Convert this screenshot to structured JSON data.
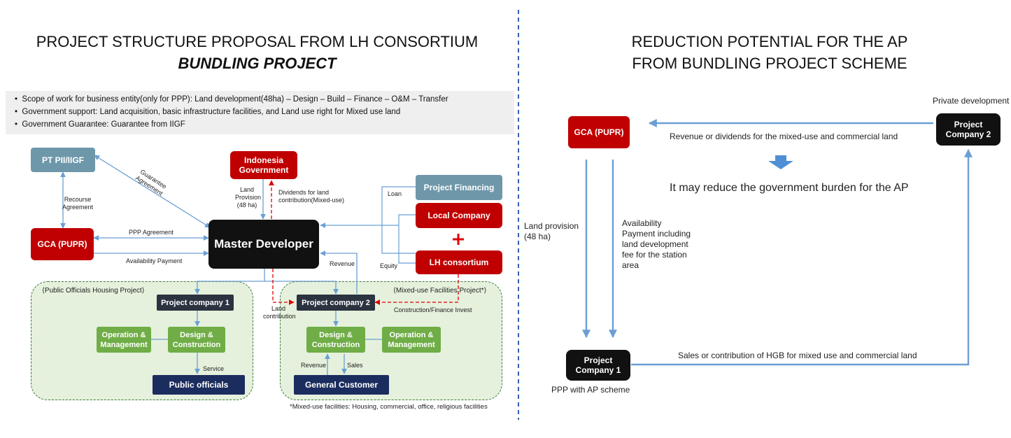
{
  "left": {
    "title_line1": "PROJECT STRUCTURE PROPOSAL FROM LH CONSORTIUM",
    "title_line2": "BUNDLING PROJECT",
    "scope_items": [
      "Scope of work for business entity(only for PPP): Land development(48ha) – Design – Build – Finance – O&M – Transfer",
      "Government support: Land acquisition, basic infrastructure facilities, and Land use right for Mixed use land",
      "Government Guarantee: Guarantee from IIGF"
    ],
    "nodes": {
      "pt_pii": "PT PII/IIGF",
      "indonesia_gov": "Indonesia Government",
      "project_financing": "Project Financing",
      "local_company": "Local Company",
      "gca": "GCA (PUPR)",
      "master_developer": "Master Developer",
      "lh_consortium": "LH consortium",
      "project_company_1": "Project company 1",
      "project_company_2": "Project company 2",
      "om_1": "Operation & Management",
      "dc_1": "Design & Construction",
      "public_officials": "Public officials",
      "dc_2": "Design & Construction",
      "om_2": "Operation & Management",
      "general_customer": "General Customer"
    },
    "zones": {
      "housing": "⟨Public Officials Housing Project⟩",
      "mixed": "⟨Mixed-use Facilities Project*⟩"
    },
    "edge_labels": {
      "guarantee": "Guarantee Agreement",
      "recourse": "Recourse Agreement",
      "ppp": "PPP Agreement",
      "availability": "Availability Payment",
      "land_provision": "Land Provision (48 ha)",
      "dividends": "Dividends for land contribution(Mixed-use)",
      "loan": "Loan",
      "equity": "Equity",
      "revenue": "Revenue",
      "land_contribution": "Land contribution",
      "construction_finance": "Construction/Finance Invest",
      "service": "Service",
      "revenue2": "Revenue",
      "sales": "Sales"
    },
    "footnote": "*Mixed-use facilities: Housing, commercial, office, religious facilities"
  },
  "right": {
    "title_line1": "REDUCTION POTENTIAL FOR THE AP",
    "title_line2": "FROM BUNDLING PROJECT SCHEME",
    "private_development": "Private development",
    "gca": "GCA (PUPR)",
    "project_company_2": "Project Company 2",
    "project_company_1": "Project Company 1",
    "revenue_dividends": "Revenue or dividends for the mixed-use and commercial land",
    "reduce_burden": "It may reduce the government burden for the AP",
    "land_provision": "Land provision (48 ha)",
    "availability": "Availability Payment including land development fee for the station area",
    "sales": "Sales or contribution of HGB for mixed use and commercial land",
    "ppp_scheme": "PPP with AP scheme"
  },
  "colors": {
    "red": "#c00000",
    "teal": "#6e98aa",
    "black": "#111111",
    "green": "#70ad47",
    "navy": "#1b2d5e",
    "arrow_blue": "#6a9fd4",
    "divider": "#3a5fb0"
  }
}
